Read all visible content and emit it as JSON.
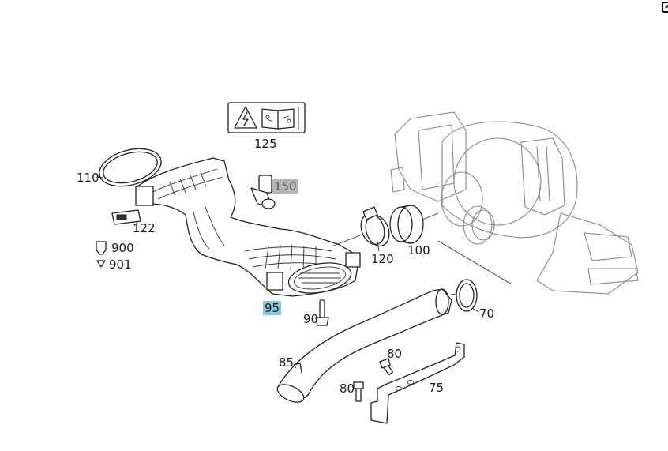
{
  "labels": {
    "p110": "110",
    "p122": "122",
    "p900": "900",
    "p901": "901",
    "p125": "125",
    "p150": "150",
    "p120": "120",
    "p100": "100",
    "p95": "95",
    "p90": "90",
    "p70": "70",
    "p85": "85",
    "p80a": "80",
    "p80b": "80",
    "p75": "75"
  },
  "highlight_colors": {
    "p95": "#88c8e0",
    "p150": "#b5b5b5"
  },
  "icons": [
    "warning-electric-icon",
    "manual-book-icon",
    "edit-icon"
  ]
}
